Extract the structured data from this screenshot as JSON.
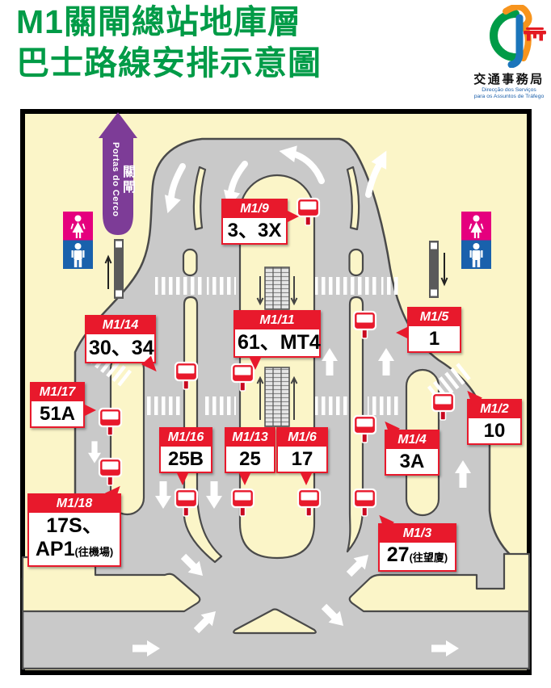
{
  "header": {
    "title_line1": "M1關閘總站地庫層",
    "title_line2": "巴士路線安排示意圖",
    "logo": {
      "org_zh": "交通事務局",
      "org_pt_line1": "Direcção  dos  Serviços",
      "org_pt_line2": "para os Assuntos de Tráfego"
    }
  },
  "map": {
    "exit_arrow": {
      "label_pt": "Portas do Cerco",
      "label_zh": "關閘"
    },
    "stops": [
      {
        "id": "M1/9",
        "routes": "3、3X"
      },
      {
        "id": "M1/14",
        "routes": "30、34"
      },
      {
        "id": "M1/11",
        "routes": "61、MT4"
      },
      {
        "id": "M1/5",
        "routes": "1"
      },
      {
        "id": "M1/17",
        "routes": "51A"
      },
      {
        "id": "M1/2",
        "routes": "10"
      },
      {
        "id": "M1/16",
        "routes": "25B"
      },
      {
        "id": "M1/13",
        "routes": "25"
      },
      {
        "id": "M1/6",
        "routes": "17"
      },
      {
        "id": "M1/4",
        "routes": "3A"
      },
      {
        "id": "M1/18",
        "routes_line1": "17S、",
        "routes_line2": "AP1",
        "note": "(往機場)"
      },
      {
        "id": "M1/3",
        "routes": "27",
        "note": "(往望廈)"
      }
    ],
    "icons": {
      "bus_stop": "bus-stop-sign-icon",
      "toilet_female": "female-toilet-icon",
      "toilet_male": "male-toilet-icon",
      "escalator": "escalator-icon",
      "zebra": "pedestrian-crossing",
      "flow_arrow": "traffic-direction-arrow"
    },
    "colors": {
      "background": "#FBF5C8",
      "road": "#C9C9C9",
      "road_outline": "#4A4A4A",
      "accent_red": "#E8192C",
      "exit_purple": "#7D3C97",
      "toilet_pink": "#E5007E",
      "toilet_blue": "#1961AC",
      "title_green": "#009B47"
    }
  }
}
